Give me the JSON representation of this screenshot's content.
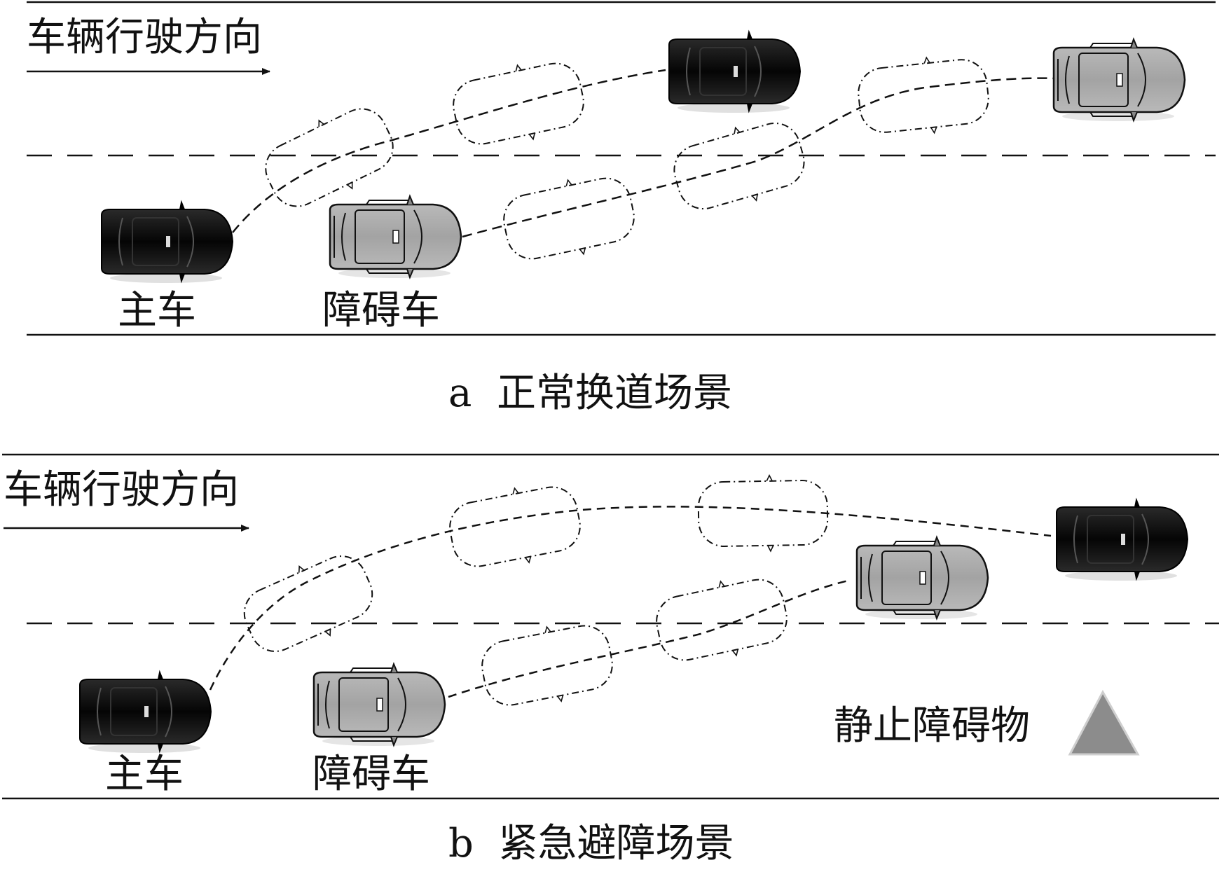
{
  "panel_a": {
    "direction_label": "车辆行驶方向",
    "host_label": "主车",
    "obstacle_car_label": "障碍车",
    "caption": "a  正常换道场景"
  },
  "panel_b": {
    "direction_label": "车辆行驶方向",
    "host_label": "主车",
    "obstacle_car_label": "障碍车",
    "static_obstacle_label": "静止障碍物",
    "caption": "b  紧急避障场景"
  },
  "colors": {
    "host_car": "#0d0d0d",
    "obstacle_car": "#a8a8a8",
    "static_obstacle": "#8c8c8c",
    "road_line": "#111111"
  }
}
